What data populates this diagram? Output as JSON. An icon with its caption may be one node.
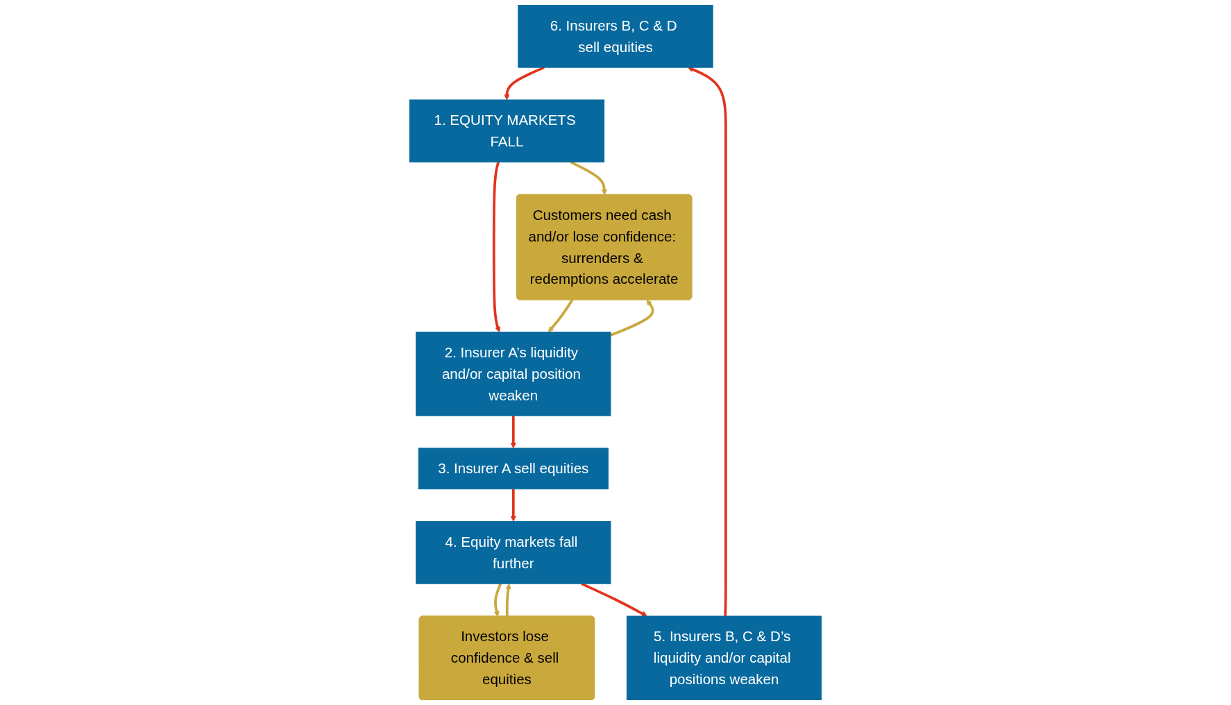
{
  "diagram": {
    "nodes": [
      {
        "text": [
          "6. Insurers B, C & D sell equities"
        ]
      },
      {
        "text": [
          "1. EQUITY MARKETS FALL"
        ]
      },
      {
        "text": [
          "Customers need cash and/or lose confidence: surrenders & redemptions accelerate"
        ]
      },
      {
        "text": [
          "5. Insurers B, C & D’s liquidity and/or capital positions weaken"
        ]
      },
      {
        "text": [
          "2. Insurer A’s liquidity and/or capital position weaken"
        ]
      },
      {
        "text": [
          "Investors lose confidence & sell equities"
        ]
      },
      {
        "text": [
          "4. Equity markets fall further"
        ]
      },
      {
        "text": [
          "3. Insurer A sell equities"
        ]
      }
    ],
    "edges": [
      {
        "from": 0,
        "to": 1,
        "arrow": "to"
      },
      {
        "from": 1,
        "to": 2,
        "arrow": "to",
        "color": "#c9a83c"
      },
      {
        "from": 1,
        "to": 4,
        "arrow": "to"
      },
      {
        "from": 4,
        "to": 2,
        "arrow": "to",
        "color": "#c9a83c"
      },
      {
        "from": 2,
        "to": 4,
        "arrow": "to",
        "color": "#c9a83c"
      },
      {
        "from": 4,
        "to": 7,
        "arrow": "to"
      },
      {
        "from": 7,
        "to": 6,
        "arrow": "to"
      },
      {
        "from": 6,
        "to": 5,
        "arrow": "to",
        "color": "#c9a83c"
      },
      {
        "from": 5,
        "to": 6,
        "arrow": "to",
        "color": "#c9a83c"
      },
      {
        "from": 6,
        "to": 3,
        "arrow": "to"
      },
      {
        "from": 3,
        "to": 0,
        "arrow": "to"
      }
    ]
  }
}
